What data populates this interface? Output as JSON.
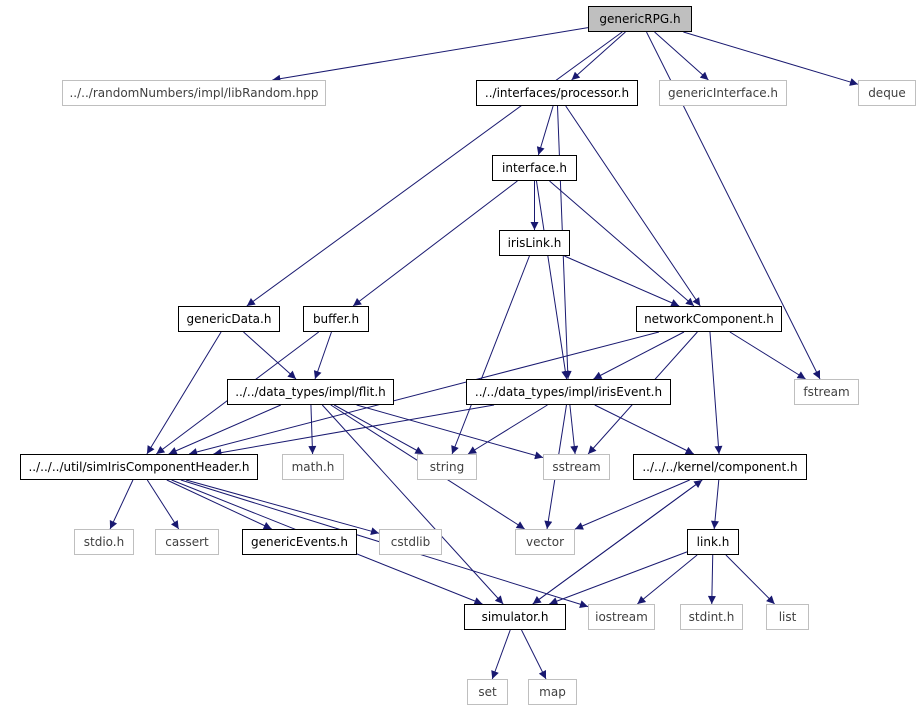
{
  "colors": {
    "edge": "#191970",
    "external_border": "#bfbfbf",
    "root_fill": "#bfbfbf"
  },
  "nodes": [
    {
      "id": "genericRPG",
      "label": "genericRPG.h",
      "kind": "root"
    },
    {
      "id": "libRandom",
      "label": "../../randomNumbers/impl/libRandom.hpp",
      "kind": "ext"
    },
    {
      "id": "processor",
      "label": "../interfaces/processor.h",
      "kind": "doc"
    },
    {
      "id": "genericInterface",
      "label": "genericInterface.h",
      "kind": "ext"
    },
    {
      "id": "deque",
      "label": "deque",
      "kind": "ext"
    },
    {
      "id": "interface",
      "label": "interface.h",
      "kind": "doc"
    },
    {
      "id": "irisLink",
      "label": "irisLink.h",
      "kind": "doc"
    },
    {
      "id": "genericData",
      "label": "genericData.h",
      "kind": "doc"
    },
    {
      "id": "buffer",
      "label": "buffer.h",
      "kind": "doc"
    },
    {
      "id": "networkComponent",
      "label": "networkComponent.h",
      "kind": "doc"
    },
    {
      "id": "flit",
      "label": "../../data_types/impl/flit.h",
      "kind": "doc"
    },
    {
      "id": "irisEvent",
      "label": "../../data_types/impl/irisEvent.h",
      "kind": "doc"
    },
    {
      "id": "fstream",
      "label": "fstream",
      "kind": "ext"
    },
    {
      "id": "simIris",
      "label": "../../../util/simIrisComponentHeader.h",
      "kind": "doc"
    },
    {
      "id": "math",
      "label": "math.h",
      "kind": "ext"
    },
    {
      "id": "string",
      "label": "string",
      "kind": "ext"
    },
    {
      "id": "sstream",
      "label": "sstream",
      "kind": "ext"
    },
    {
      "id": "component",
      "label": "../../../kernel/component.h",
      "kind": "doc"
    },
    {
      "id": "stdio",
      "label": "stdio.h",
      "kind": "ext"
    },
    {
      "id": "cassert",
      "label": "cassert",
      "kind": "ext"
    },
    {
      "id": "genericEvents",
      "label": "genericEvents.h",
      "kind": "doc"
    },
    {
      "id": "cstdlib",
      "label": "cstdlib",
      "kind": "ext"
    },
    {
      "id": "vector",
      "label": "vector",
      "kind": "ext"
    },
    {
      "id": "link",
      "label": "link.h",
      "kind": "doc"
    },
    {
      "id": "simulator",
      "label": "simulator.h",
      "kind": "doc"
    },
    {
      "id": "iostream",
      "label": "iostream",
      "kind": "ext"
    },
    {
      "id": "stdint",
      "label": "stdint.h",
      "kind": "ext"
    },
    {
      "id": "list",
      "label": "list",
      "kind": "ext"
    },
    {
      "id": "set",
      "label": "set",
      "kind": "ext"
    },
    {
      "id": "map",
      "label": "map",
      "kind": "ext"
    }
  ],
  "edges": [
    [
      "genericRPG",
      "libRandom"
    ],
    [
      "genericRPG",
      "processor"
    ],
    [
      "genericRPG",
      "genericInterface"
    ],
    [
      "genericRPG",
      "deque"
    ],
    [
      "genericRPG",
      "genericData"
    ],
    [
      "genericRPG",
      "fstream"
    ],
    [
      "processor",
      "interface"
    ],
    [
      "processor",
      "networkComponent"
    ],
    [
      "processor",
      "irisEvent"
    ],
    [
      "interface",
      "irisLink"
    ],
    [
      "interface",
      "buffer"
    ],
    [
      "interface",
      "networkComponent"
    ],
    [
      "interface",
      "irisEvent"
    ],
    [
      "irisLink",
      "networkComponent"
    ],
    [
      "irisLink",
      "string"
    ],
    [
      "genericData",
      "flit"
    ],
    [
      "genericData",
      "simIris"
    ],
    [
      "buffer",
      "flit"
    ],
    [
      "buffer",
      "simIris"
    ],
    [
      "networkComponent",
      "simIris"
    ],
    [
      "networkComponent",
      "irisEvent"
    ],
    [
      "networkComponent",
      "fstream"
    ],
    [
      "networkComponent",
      "sstream"
    ],
    [
      "networkComponent",
      "component"
    ],
    [
      "flit",
      "simIris"
    ],
    [
      "flit",
      "math"
    ],
    [
      "flit",
      "string"
    ],
    [
      "flit",
      "sstream"
    ],
    [
      "flit",
      "vector"
    ],
    [
      "flit",
      "simulator"
    ],
    [
      "irisEvent",
      "simIris"
    ],
    [
      "irisEvent",
      "string"
    ],
    [
      "irisEvent",
      "sstream"
    ],
    [
      "irisEvent",
      "vector"
    ],
    [
      "irisEvent",
      "component"
    ],
    [
      "simIris",
      "stdio"
    ],
    [
      "simIris",
      "cassert"
    ],
    [
      "simIris",
      "genericEvents"
    ],
    [
      "simIris",
      "cstdlib"
    ],
    [
      "simIris",
      "iostream"
    ],
    [
      "simIris",
      "simulator"
    ],
    [
      "component",
      "vector"
    ],
    [
      "component",
      "link"
    ],
    [
      "component",
      "simulator"
    ],
    [
      "link",
      "simulator"
    ],
    [
      "link",
      "iostream"
    ],
    [
      "link",
      "stdint"
    ],
    [
      "link",
      "list"
    ],
    [
      "simulator",
      "component"
    ],
    [
      "simulator",
      "set"
    ],
    [
      "simulator",
      "map"
    ]
  ]
}
